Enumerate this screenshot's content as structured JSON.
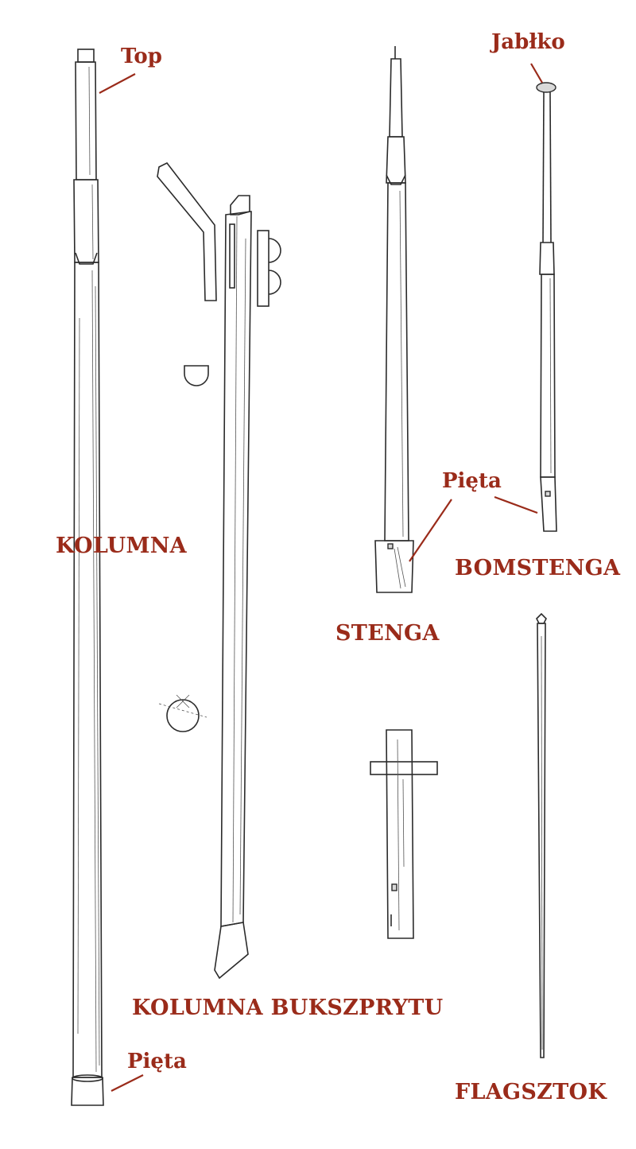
{
  "labels": {
    "top": "Top",
    "kolumna": "KOLUMNA",
    "pieta_kolumna": "Pięta",
    "kolumna_bukszprytu": "KOLUMNA BUKSZPRYTU",
    "stenga": "STENGA",
    "pieta_stenga": "Pięta",
    "jablko": "Jabłko",
    "bomstenga": "BOMSTENGA",
    "flagsztok": "FLAGSZTOK"
  },
  "colors": {
    "label": "#9a2b1a",
    "ink": "#2b2b2b",
    "background": "#ffffff"
  }
}
